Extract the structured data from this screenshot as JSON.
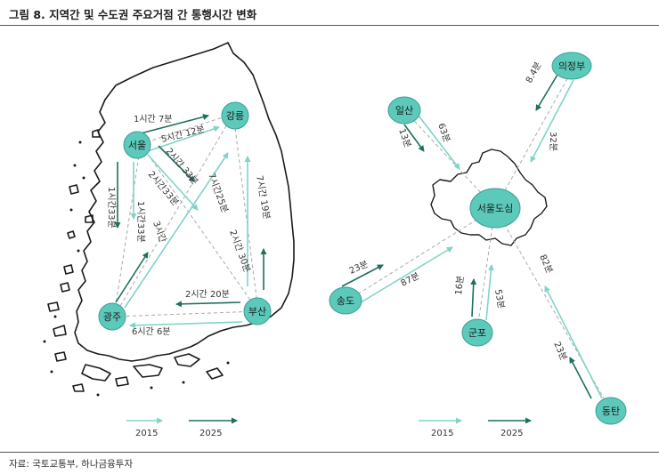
{
  "title": "그림 8. 지역간 및 수도권 주요거점 간 통행시간 변화",
  "source": "자료: 국토교통부, 하나금융투자",
  "colors": {
    "y2015": "#7fd3c9",
    "y2025": "#1e6e5e",
    "node": "#5cc9bb",
    "dashed": "#aaaaaa"
  },
  "national": {
    "nodes": {
      "seoul": "서울",
      "gangneung": "강릉",
      "gwangju": "광주",
      "busan": "부산"
    },
    "routes": {
      "seoul_gangneung": {
        "t2015": "5시간 12분",
        "t2025": "1시간 7분"
      },
      "seoul_busan": {
        "t2015": "2시간33분",
        "t2025": "2시간 33분"
      },
      "seoul_gwangju": {
        "t2015": "1시간33분",
        "t2025": "1시간33분"
      },
      "gwangju_gangneung": {
        "t2015": "7시간25분",
        "t2025": "3시간"
      },
      "busan_gangneung": {
        "t2015": "7시간 19분",
        "t2025": "2시간 30분"
      },
      "gwangju_busan": {
        "t2015": "6시간 6분",
        "t2025": "2시간 20분"
      }
    }
  },
  "capital": {
    "center": "서울도심",
    "nodes": {
      "uijeongbu": {
        "name": "의정부",
        "t2015": "32분",
        "t2025": "8.4분"
      },
      "ilsan": {
        "name": "일산",
        "t2015": "63분",
        "t2025": "13분"
      },
      "songdo": {
        "name": "송도",
        "t2015": "87분",
        "t2025": "23분"
      },
      "gunpo": {
        "name": "군포",
        "t2015": "53분",
        "t2025": "16분"
      },
      "dongtan": {
        "name": "동탄",
        "t2015": "82분",
        "t2025": "23분"
      }
    }
  },
  "legend": {
    "y2015": "2015",
    "y2025": "2025"
  }
}
